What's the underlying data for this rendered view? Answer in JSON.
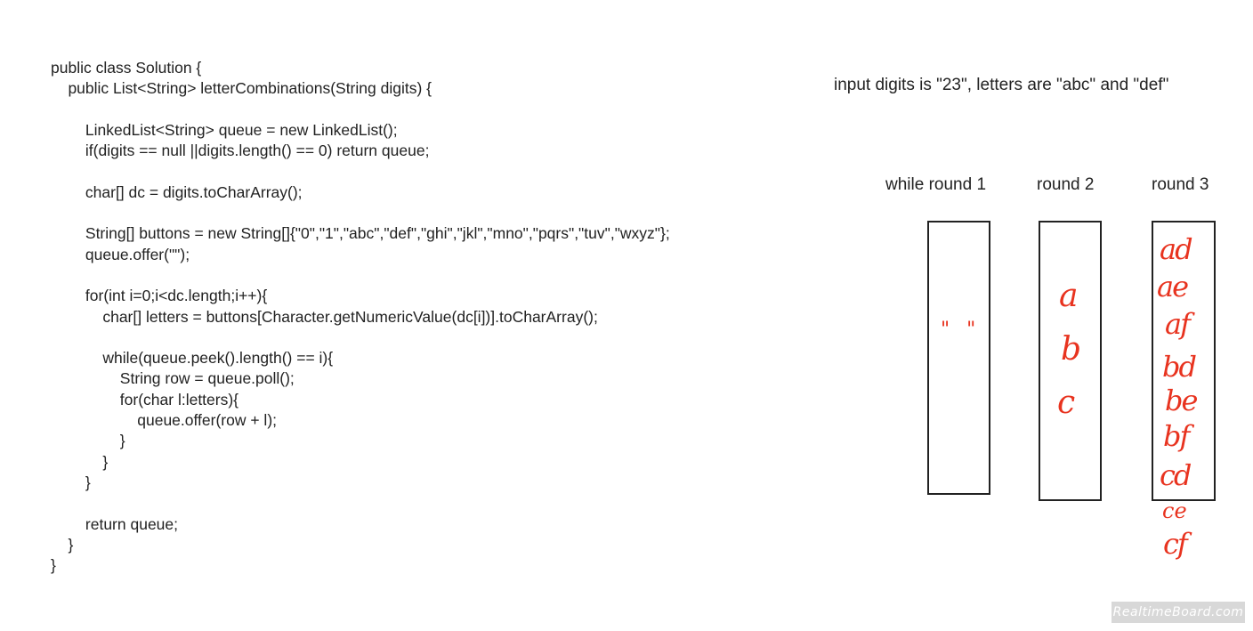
{
  "code_lines": [
    "public class Solution {",
    "    public List<String> letterCombinations(String digits) {",
    "",
    "        LinkedList<String> queue = new LinkedList();",
    "        if(digits == null ||digits.length() == 0) return queue;",
    "",
    "        char[] dc = digits.toCharArray();",
    "",
    "        String[] buttons = new String[]{\"0\",\"1\",\"abc\",\"def\",\"ghi\",\"jkl\",\"mno\",\"pqrs\",\"tuv\",\"wxyz\"};",
    "        queue.offer(\"\");",
    "",
    "        for(int i=0;i<dc.length;i++){",
    "            char[] letters = buttons[Character.getNumericValue(dc[i])].toCharArray();",
    "",
    "            while(queue.peek().length() == i){",
    "                String row = queue.poll();",
    "                for(char l:letters){",
    "                    queue.offer(row + l);",
    "                }",
    "            }",
    "        }",
    "",
    "        return queue;",
    "    }",
    "}"
  ],
  "note": "input digits is \"23\", letters are \"abc\" and \"def\"",
  "rounds": [
    {
      "label": "while round 1",
      "items": [
        "\" \""
      ]
    },
    {
      "label": "round 2",
      "items": [
        "a",
        "b",
        "c"
      ]
    },
    {
      "label": "round 3",
      "items": [
        "ad",
        "ae",
        "af",
        "bd",
        "be",
        "bf",
        "cd",
        "ce",
        "cf"
      ]
    }
  ],
  "watermark": "RealtimeBoard.com",
  "colors": {
    "ink": "#e8331f",
    "text": "#222222",
    "box": "#222222"
  }
}
